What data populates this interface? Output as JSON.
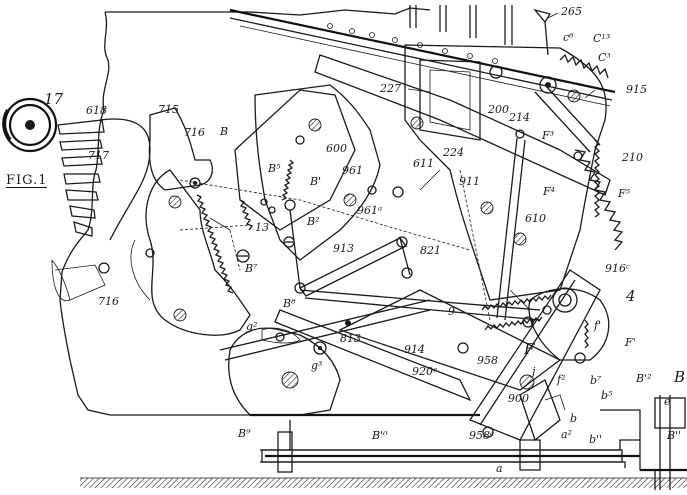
{
  "figure": {
    "caption": "FIG.1",
    "ref_number": "17"
  },
  "labels": [
    {
      "id": "l265",
      "text": "265"
    },
    {
      "id": "lc6",
      "text": "c⁶"
    },
    {
      "id": "lc13",
      "text": "C¹³"
    },
    {
      "id": "lc3",
      "text": "C³"
    },
    {
      "id": "l227",
      "text": "227"
    },
    {
      "id": "l200",
      "text": "200"
    },
    {
      "id": "l915",
      "text": "915"
    },
    {
      "id": "l618",
      "text": "618"
    },
    {
      "id": "l715",
      "text": "715"
    },
    {
      "id": "l716",
      "text": "716"
    },
    {
      "id": "lB",
      "text": "B"
    },
    {
      "id": "l600",
      "text": "600"
    },
    {
      "id": "l214",
      "text": "214"
    },
    {
      "id": "lF3",
      "text": "F³"
    },
    {
      "id": "l210",
      "text": "210"
    },
    {
      "id": "l717",
      "text": "717"
    },
    {
      "id": "lB5",
      "text": "B⁵"
    },
    {
      "id": "lB1",
      "text": "B'"
    },
    {
      "id": "l961",
      "text": "961"
    },
    {
      "id": "l611",
      "text": "611"
    },
    {
      "id": "l224",
      "text": "224"
    },
    {
      "id": "l911",
      "text": "911"
    },
    {
      "id": "lF4",
      "text": "F⁴"
    },
    {
      "id": "lF5",
      "text": "F⁵"
    },
    {
      "id": "l13",
      "text": "13"
    },
    {
      "id": "lB2",
      "text": "B²"
    },
    {
      "id": "l961a",
      "text": "961ᵃ"
    },
    {
      "id": "l610",
      "text": "610"
    },
    {
      "id": "l913",
      "text": "913"
    },
    {
      "id": "l821",
      "text": "821"
    },
    {
      "id": "lB7",
      "text": "B⁷"
    },
    {
      "id": "l916c",
      "text": "916ᶜ"
    },
    {
      "id": "l4",
      "text": "4"
    },
    {
      "id": "l716b",
      "text": "716"
    },
    {
      "id": "lB8",
      "text": "B⁸"
    },
    {
      "id": "l9",
      "text": "9"
    },
    {
      "id": "lf1",
      "text": "f'"
    },
    {
      "id": "lg2",
      "text": "g²"
    },
    {
      "id": "l813",
      "text": "813"
    },
    {
      "id": "l914",
      "text": "914"
    },
    {
      "id": "l958",
      "text": "958"
    },
    {
      "id": "lF1",
      "text": "F'"
    },
    {
      "id": "lF",
      "text": "F"
    },
    {
      "id": "lg3",
      "text": "g³"
    },
    {
      "id": "l920a",
      "text": "920ᵃ"
    },
    {
      "id": "lj",
      "text": "j"
    },
    {
      "id": "lf2",
      "text": "f²"
    },
    {
      "id": "lb7",
      "text": "b⁷"
    },
    {
      "id": "lB12",
      "text": "B'²"
    },
    {
      "id": "lB3",
      "text": "B"
    },
    {
      "id": "l900",
      "text": "900"
    },
    {
      "id": "lb5",
      "text": "b⁵"
    },
    {
      "id": "le",
      "text": "e"
    },
    {
      "id": "lb",
      "text": "b"
    },
    {
      "id": "lB9",
      "text": "B⁹"
    },
    {
      "id": "lB10",
      "text": "B'⁰"
    },
    {
      "id": "l958a",
      "text": "958ᵃ"
    },
    {
      "id": "la2",
      "text": "a²"
    },
    {
      "id": "lb11",
      "text": "b''"
    },
    {
      "id": "lBpp",
      "text": "B''"
    },
    {
      "id": "la",
      "text": "a"
    }
  ]
}
